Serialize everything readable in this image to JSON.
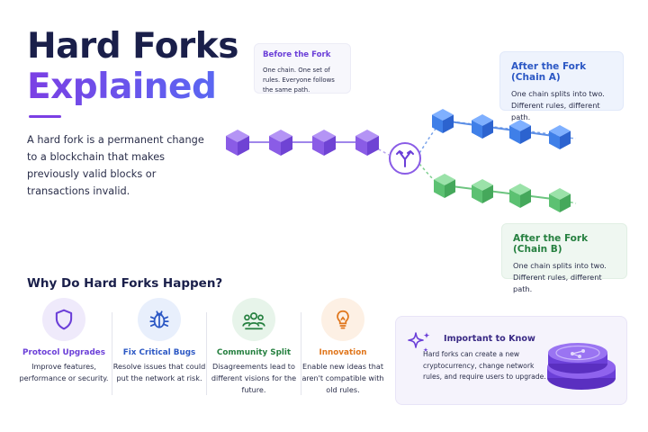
{
  "header": {
    "title_line1": "Hard Forks",
    "title_line2": "Explained",
    "intro": "A hard fork is a permanent change to a blockchain that makes previously valid blocks or transactions invalid."
  },
  "diagram": {
    "before": {
      "title": "Before the Fork",
      "body": "One chain. One set of rules. Everyone follows the same path."
    },
    "chain_a": {
      "title": "After the Fork (Chain A)",
      "body": "One chain splits into two. Different rules, different path."
    },
    "chain_b": {
      "title": "After the Fork  (Chain B)",
      "body": "One chain splits into two. Different rules, different path."
    },
    "colors": {
      "before": "#8a5ce6",
      "chain_a": "#3f7fe8",
      "chain_b": "#5cc172",
      "fork": "#6b3fd8"
    },
    "icons": {
      "fork": "fork-split-icon"
    }
  },
  "why": {
    "title": "Why Do Hard Forks Happen?",
    "reasons": [
      {
        "title": "Protocol Upgrades",
        "desc": "Improve features, performance or security.",
        "color": "#6b3fd8",
        "icon": "shield-icon"
      },
      {
        "title": "Fix Critical Bugs",
        "desc": "Resolve issues that could put the network at risk.",
        "color": "#2b57c4",
        "icon": "bug-icon"
      },
      {
        "title": "Community Split",
        "desc": "Disagreements lead to different visions for the future.",
        "color": "#268040",
        "icon": "people-icon"
      },
      {
        "title": "Innovation",
        "desc": "Enable new ideas that aren't compatible with old rules.",
        "color": "#e0761c",
        "icon": "lightbulb-icon"
      }
    ]
  },
  "important": {
    "title": "Important to Know",
    "body": "Hard forks can create a new cryptocurrency, change network rules, and require users to upgrade."
  }
}
